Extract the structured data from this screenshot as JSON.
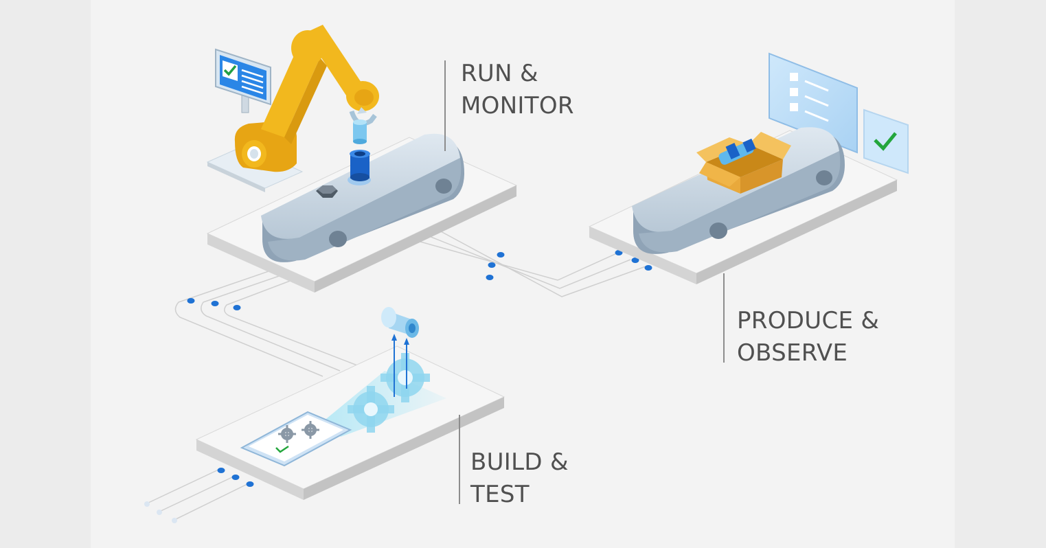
{
  "stages": [
    {
      "id": "run-monitor",
      "line1": "RUN &",
      "line2": "MONITOR"
    },
    {
      "id": "produce-observe",
      "line1": "PRODUCE &",
      "line2": "OBSERVE"
    },
    {
      "id": "build-test",
      "line1": "BUILD &",
      "line2": "TEST"
    }
  ],
  "icons": [
    "robot-arm-icon",
    "monitor-checklist-icon",
    "conveyor-belt-icon",
    "hex-nut-icon",
    "blue-bushing-icon",
    "open-box-icon",
    "checklist-screen-icon",
    "check-badge-icon",
    "tablet-gears-icon",
    "gears-hologram-icon",
    "camera-icon"
  ],
  "colors": {
    "background": "#ececec",
    "panel": "#f3f3f3",
    "platform_top": "#f6f6f6",
    "platform_side": "#c9c9c9",
    "robot_yellow": "#f2b81e",
    "conveyor": "#cfdbe6",
    "accent_blue": "#1f72d4",
    "hologram": "#8fd6ef",
    "check_green": "#2aa53c",
    "box_orange": "#e9a93b",
    "label_text": "#505050"
  }
}
